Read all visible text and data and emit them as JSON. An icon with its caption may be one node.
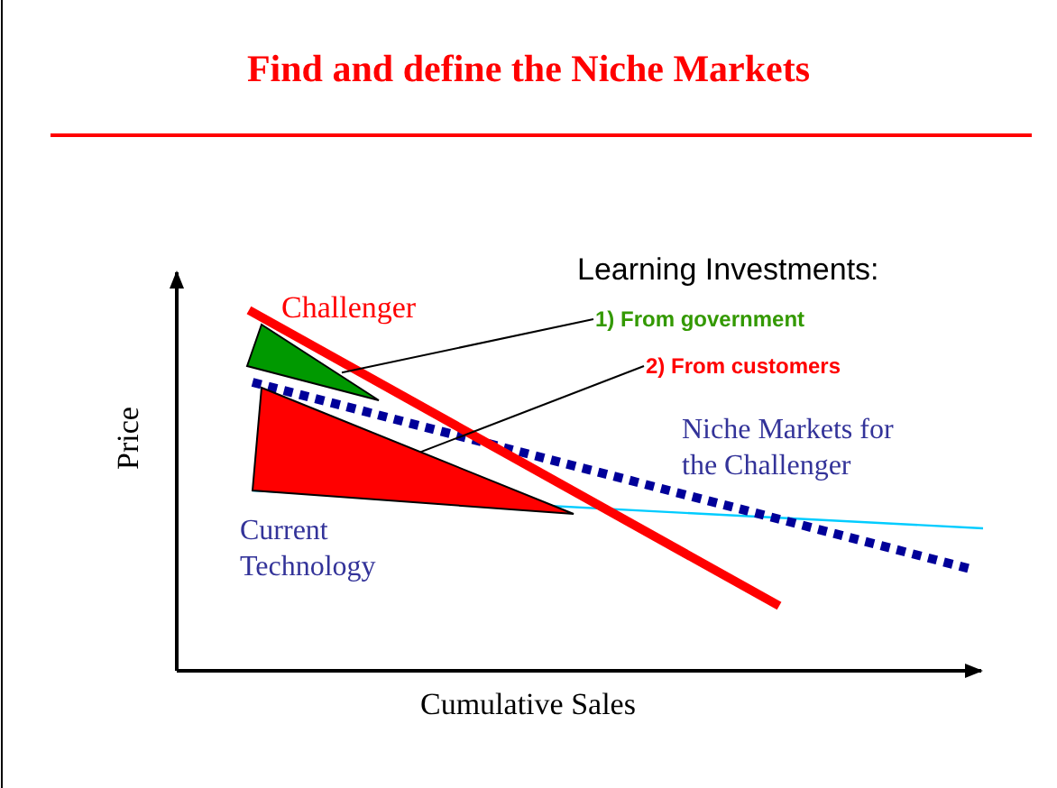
{
  "diagram": {
    "title": "Find and define the Niche Markets",
    "nodes": [
      {
        "text": [
          "1) From government"
        ]
      },
      {
        "text": [],
        "shape": "triangle"
      },
      {
        "text": [
          "2) From customers"
        ]
      },
      {
        "text": [],
        "shape": "triangle"
      }
    ],
    "edges": [
      {
        "from": 0,
        "to": 1,
        "arrow": "none"
      },
      {
        "from": 2,
        "to": 3,
        "arrow": "none"
      }
    ],
    "labels": [
      "Learning Investments:",
      "Challenger",
      "Niche Markets for the Challenger",
      "Current Technology",
      "Price",
      "Cumulative Sales"
    ]
  }
}
